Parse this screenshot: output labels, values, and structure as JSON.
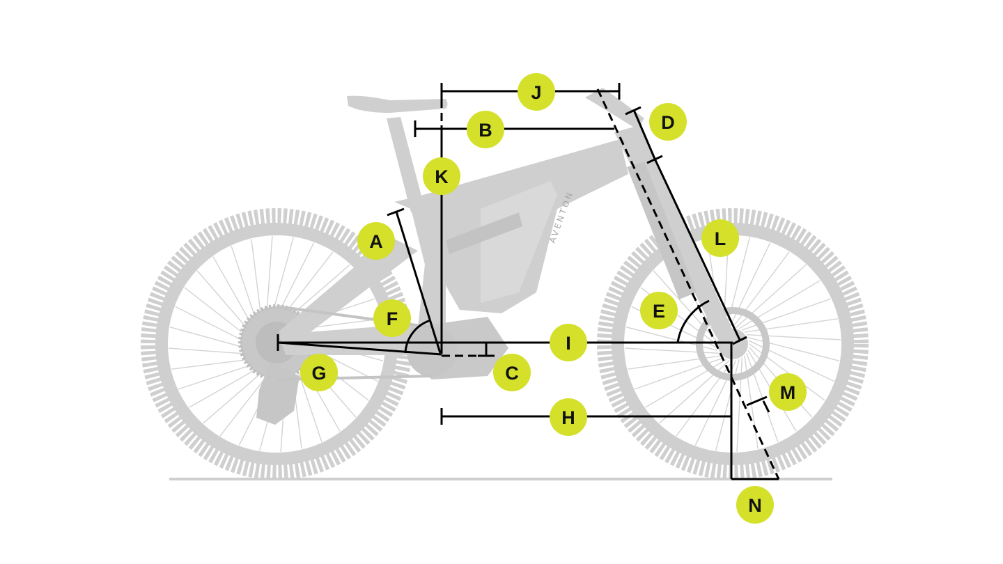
{
  "diagram": {
    "brand": "AVENTON",
    "colors": {
      "bike": "#cfcfcf",
      "bike_detail": "#bdbdbd",
      "measure_line": "#000000",
      "label_fill": "#d4e02a",
      "label_text": "#111111"
    },
    "labels": {
      "A": "A",
      "B": "B",
      "C": "C",
      "D": "D",
      "E": "E",
      "F": "F",
      "G": "G",
      "H": "H",
      "I": "I",
      "J": "J",
      "K": "K",
      "L": "L",
      "M": "M",
      "N": "N"
    }
  }
}
